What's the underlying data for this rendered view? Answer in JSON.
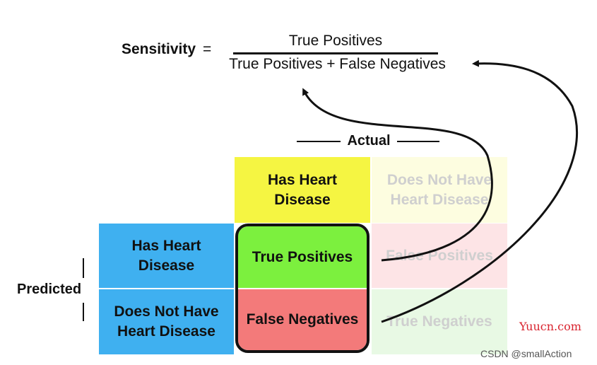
{
  "formula": {
    "label": "Sensitivity",
    "equals": "=",
    "numerator": "True Positives",
    "denominator": "True Positives + False Negatives"
  },
  "matrix": {
    "actual_label": "Actual",
    "predicted_label": "Predicted",
    "column_headers": [
      "Has Heart\nDisease",
      "Does Not Have\nHeart Disease"
    ],
    "row_headers": [
      "Has Heart\nDisease",
      "Does Not Have\nHeart Disease"
    ],
    "cells": {
      "true_positives": "True Positives",
      "false_positives": "False Positives",
      "false_negatives": "False Negatives",
      "true_negatives": "True Negatives"
    }
  },
  "colors": {
    "yellow": "#f5f542",
    "blue": "#3fb0f0",
    "green": "#7cf03e",
    "red": "#f37a7a",
    "faded_yellow": "#fdfde0",
    "faded_red": "#fde4e6",
    "faded_green": "#e8f9e4"
  },
  "watermark": "Yuucn.com",
  "credit": "CSDN @smallAction"
}
